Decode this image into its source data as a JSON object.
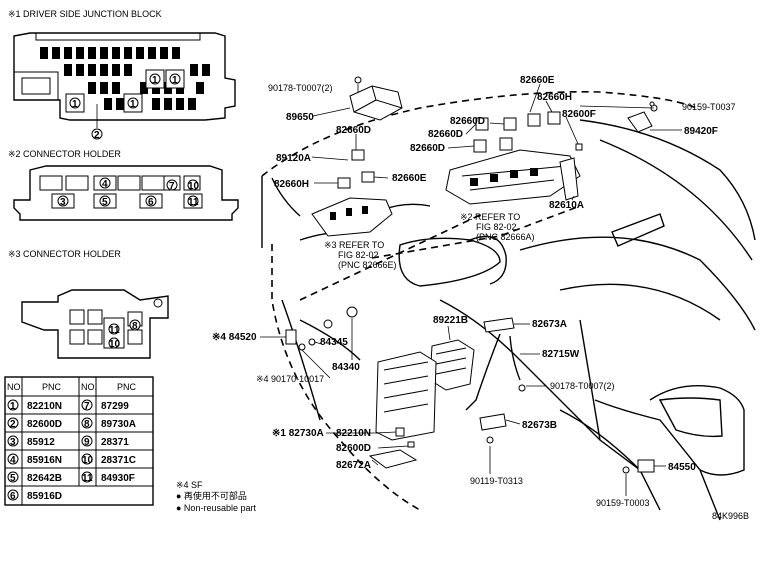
{
  "sections": {
    "s1": "※1 DRIVER SIDE JUNCTION BLOCK",
    "s2": "※2 CONNECTOR HOLDER",
    "s3": "※3 CONNECTOR HOLDER"
  },
  "callouts": [
    "1",
    "2",
    "3",
    "4",
    "5",
    "6",
    "7",
    "8",
    "9",
    "10",
    "11"
  ],
  "labels": {
    "l_90178_top": "90178-T0007(2)",
    "l_89650": "89650",
    "l_82660d_a": "82660D",
    "l_89120a": "89120A",
    "l_82660h_a": "82660H",
    "l_82660e_top": "82660E",
    "l_82660h_b": "82660H",
    "l_82660d_b": "82660D",
    "l_82660d_c": "82660D",
    "l_82660d_d": "82660D",
    "l_82600f": "82600F",
    "l_82660e_b": "82660E",
    "l_90159_top": "90159-T0037",
    "l_89420f": "89420F",
    "l_82610a": "82610A",
    "l_ref2_a": "※2 REFER TO",
    "l_ref2_b": "FIG 82-02",
    "l_ref2_c": "(PNC 82666A)",
    "l_ref3_a": "※3 REFER TO",
    "l_ref3_b": "FIG 82-02",
    "l_ref3_c": "(PNC 82666E)",
    "l_84520": "※4 84520",
    "l_84345": "84345",
    "l_84340": "84340",
    "l_90170": "※4 90170-10017",
    "l_89221b": "89221B",
    "l_82673a": "82673A",
    "l_82715w": "82715W",
    "l_90178_mid": "90178-T0007(2)",
    "l_82730a": "※1 82730A",
    "l_82210n": "82210N",
    "l_82600d": "82600D",
    "l_82672a": "82672A",
    "l_82673b": "82673B",
    "l_90119": "90119-T0313",
    "l_84550": "84550",
    "l_90159_bot": "90159-T0003",
    "fig_id": "84K996B"
  },
  "table": {
    "headers": [
      "NO.",
      "PNC",
      "NO.",
      "PNC"
    ],
    "rows": [
      [
        "1",
        "82210N",
        "7",
        "87299"
      ],
      [
        "2",
        "82600D",
        "8",
        "89730A"
      ],
      [
        "3",
        "85912",
        "9",
        "28371"
      ],
      [
        "4",
        "85916N",
        "10",
        "28371C"
      ],
      [
        "5",
        "82642B",
        "11",
        "84930F"
      ],
      [
        "6",
        "85916D",
        "",
        ""
      ]
    ]
  },
  "legend": {
    "note_ref": "※4 SF",
    "jp": "● 再使用不可部品",
    "en": "● Non-reusable part"
  }
}
